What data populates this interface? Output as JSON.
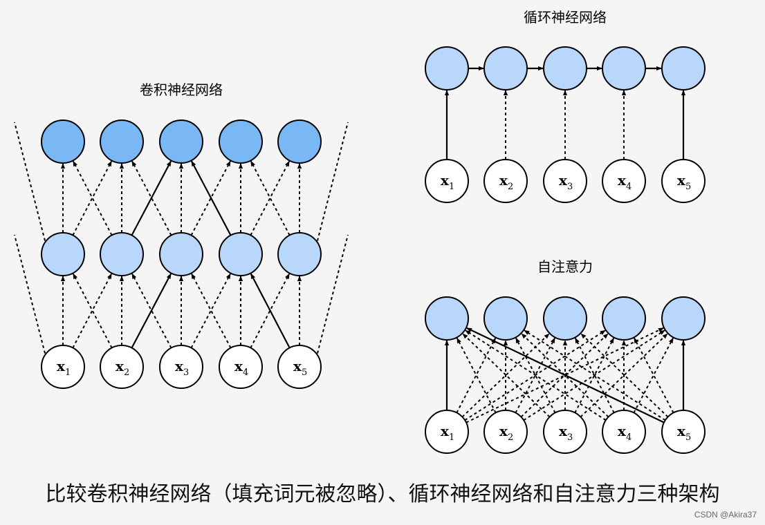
{
  "cnn": {
    "title": "卷积神经网络"
  },
  "rnn": {
    "title": "循环神经网络"
  },
  "attention": {
    "title": "自注意力"
  },
  "input_symbol": "x",
  "input_indices": [
    "1",
    "2",
    "3",
    "4",
    "5"
  ],
  "caption": "比较卷积神经网络（填充词元被忽略）、循环神经网络和自注意力三种架构",
  "watermark": "CSDN @Akira37",
  "colors": {
    "cnn_top_node": "#7ab8f5",
    "hidden_node": "#b8d7fa",
    "input_node": "#ffffff",
    "edge": "#000000",
    "background": "#f5f5f5"
  }
}
